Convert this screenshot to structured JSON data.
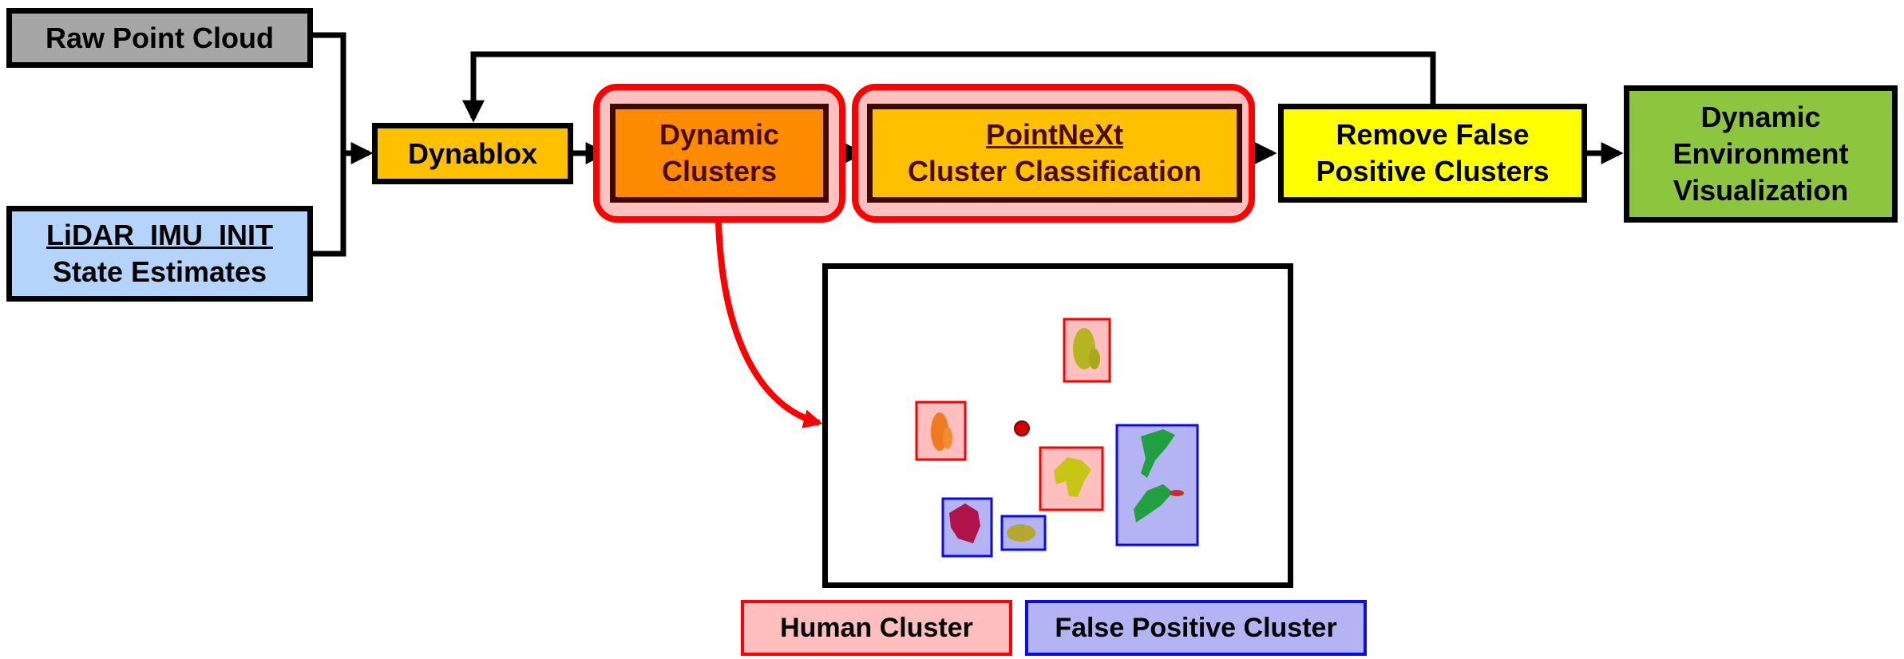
{
  "inputs": {
    "raw_point_cloud": "Raw Point Cloud",
    "lidar_imu_init": "LiDAR_IMU_INIT",
    "state_estimates": "State Estimates"
  },
  "pipeline": {
    "dynablox": "Dynablox",
    "dynamic_clusters": [
      "Dynamic",
      "Clusters"
    ],
    "pointnext": "PointNeXt",
    "cluster_classification": "Cluster Classification",
    "remove_false_positive": [
      "Remove False",
      "Positive Clusters"
    ],
    "dynamic_env_vis": [
      "Dynamic",
      "Environment",
      "Visualization"
    ]
  },
  "legend": {
    "human": "Human Cluster",
    "false_positive": "False Positive Cluster"
  },
  "colors": {
    "gray_box": "#a6a6a6",
    "blue_box": "#b4d4fb",
    "orange_light": "#ffc000",
    "orange_dark": "#ff8c00",
    "yellow_box": "#ffff00",
    "green_box": "#8cc63f",
    "highlight_red": "#ff0000",
    "highlight_fill": "#ffc0c0",
    "human_fill": "#ffbfbf",
    "fp_fill": "#b4b4f4",
    "fp_border": "#0a0aee"
  }
}
